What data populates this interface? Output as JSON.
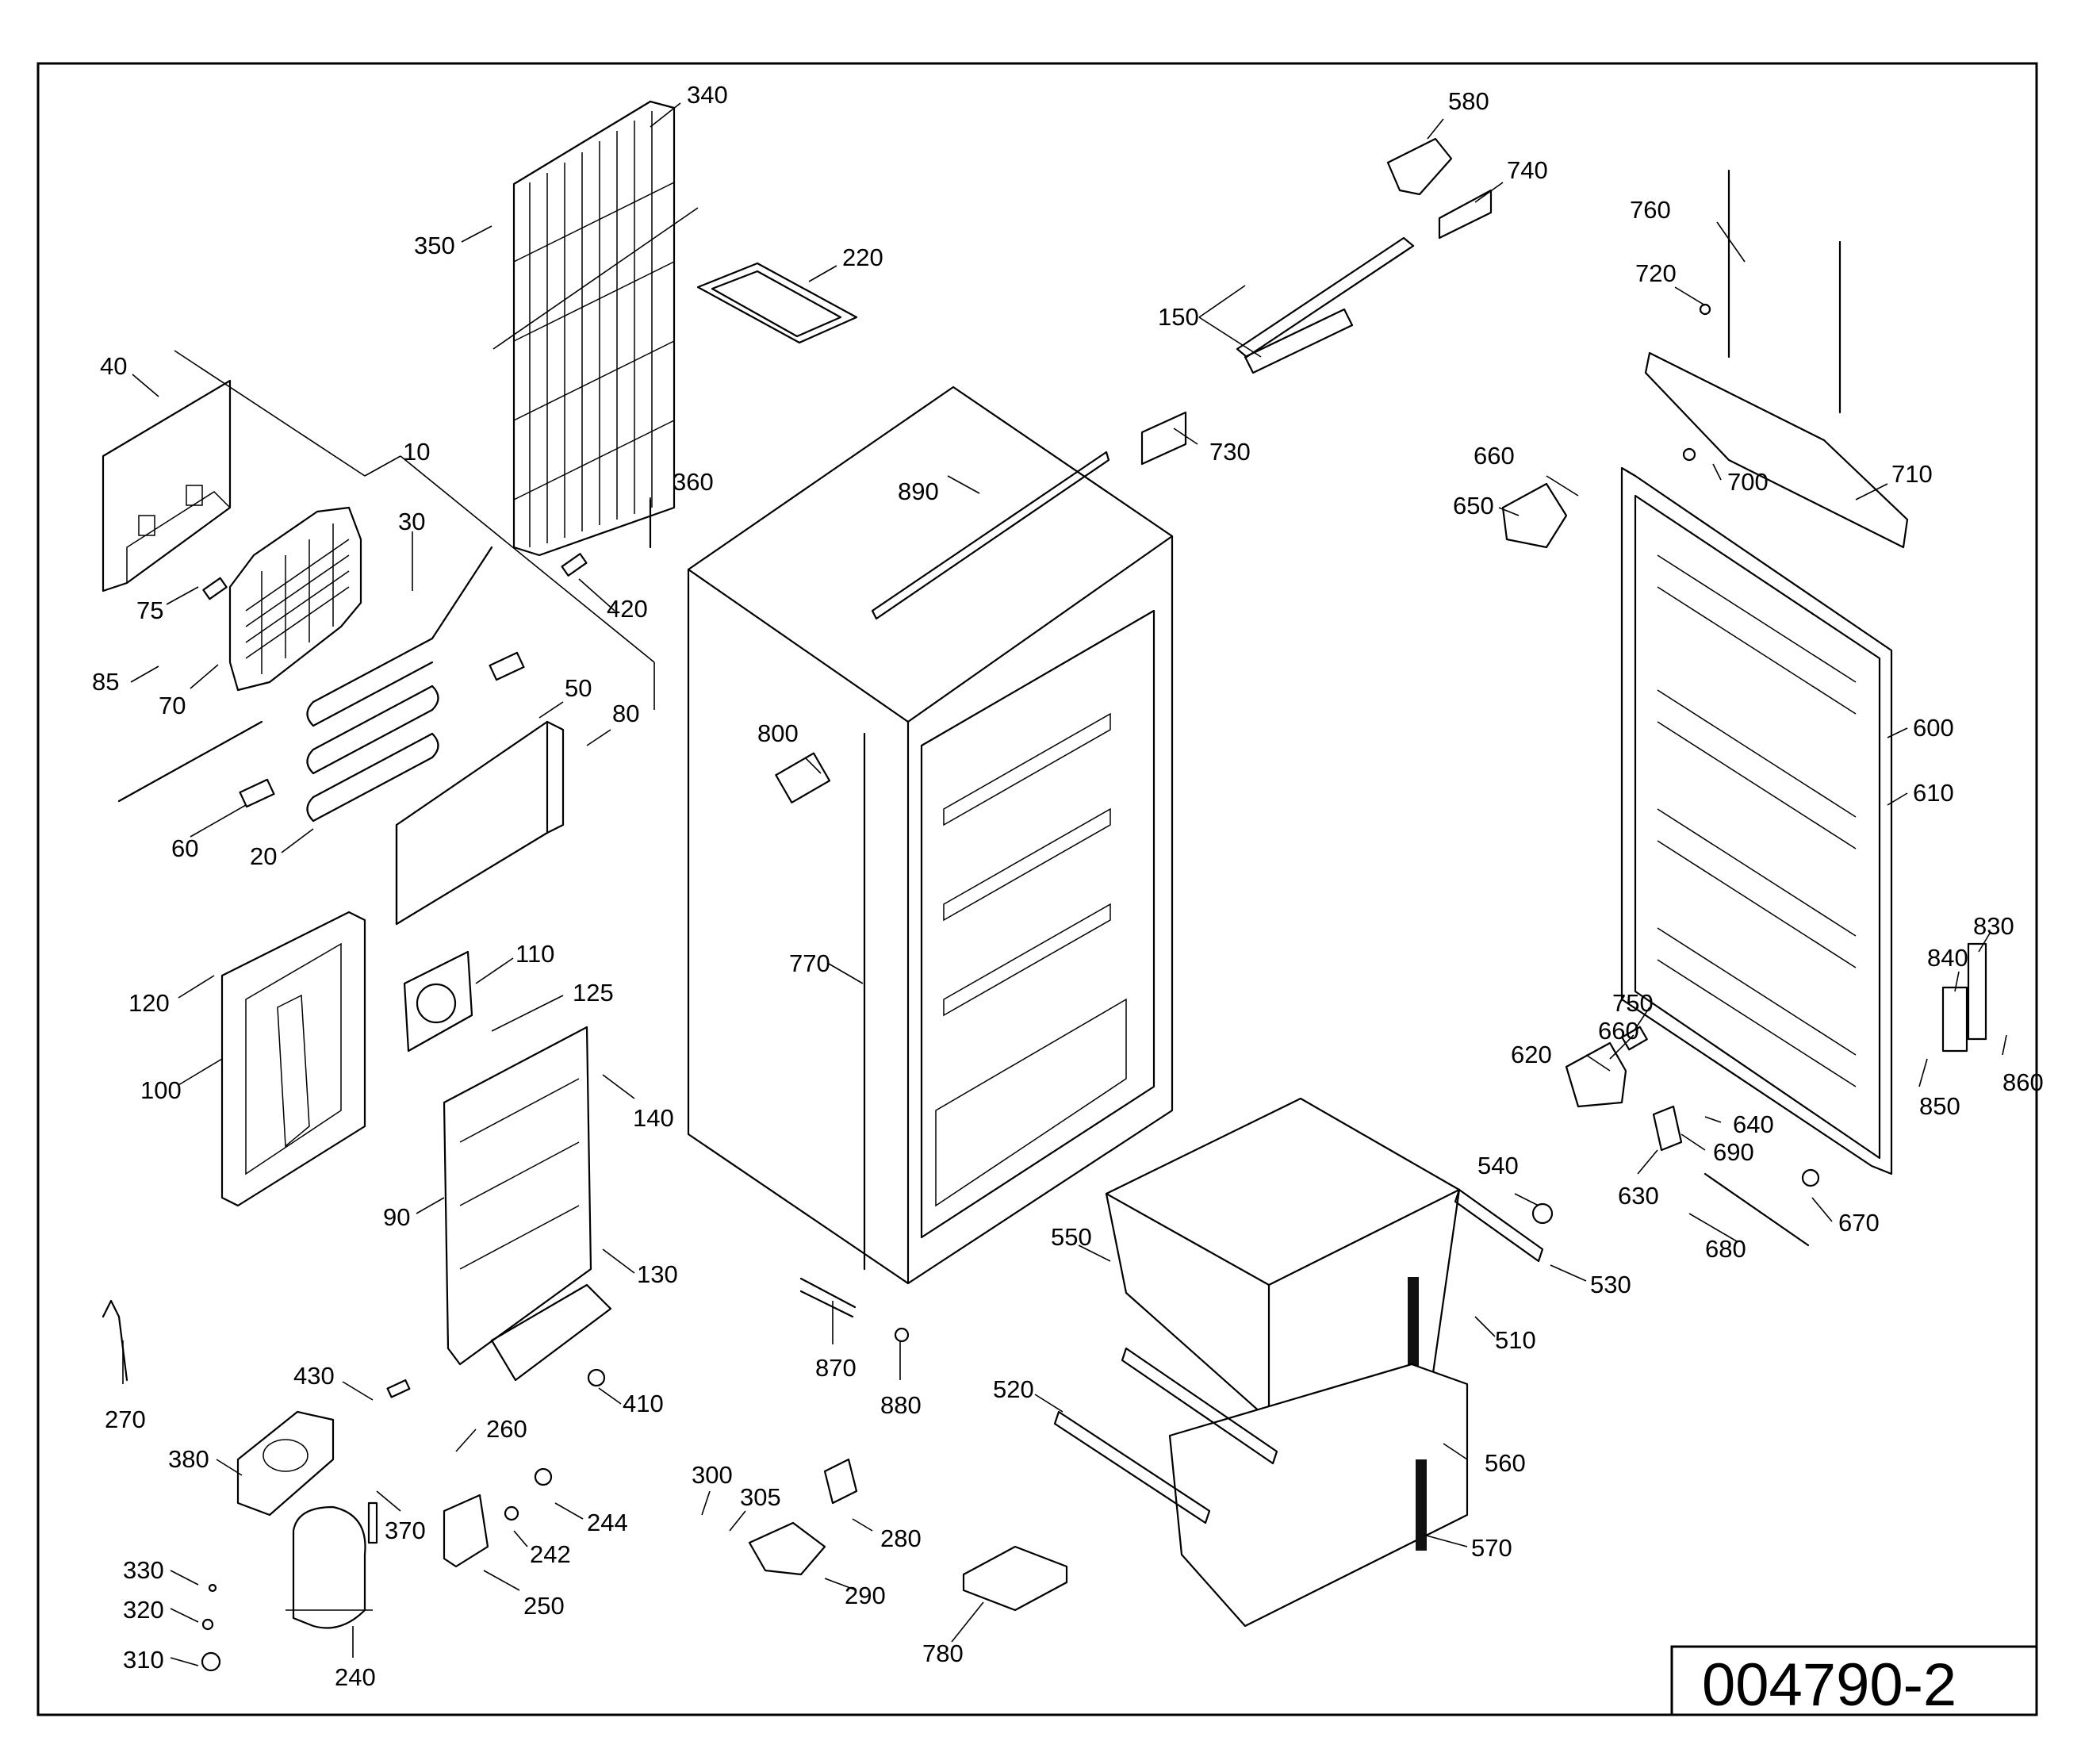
{
  "drawing_number": "004790-2",
  "callouts": [
    "340",
    "350",
    "220",
    "580",
    "740",
    "760",
    "720",
    "150",
    "730",
    "40",
    "10",
    "30",
    "360",
    "890",
    "660",
    "700",
    "710",
    "650",
    "75",
    "420",
    "85",
    "70",
    "50",
    "80",
    "800",
    "600",
    "60",
    "20",
    "610",
    "110",
    "770",
    "125",
    "830",
    "840",
    "120",
    "750",
    "660",
    "620",
    "860",
    "140",
    "640",
    "850",
    "100",
    "690",
    "630",
    "540",
    "670",
    "90",
    "130",
    "550",
    "530",
    "680",
    "270",
    "510",
    "410",
    "870",
    "430",
    "520",
    "880",
    "260",
    "560",
    "380",
    "300",
    "305",
    "244",
    "370",
    "280",
    "570",
    "242",
    "330",
    "250",
    "290",
    "320",
    "310",
    "780",
    "240"
  ]
}
